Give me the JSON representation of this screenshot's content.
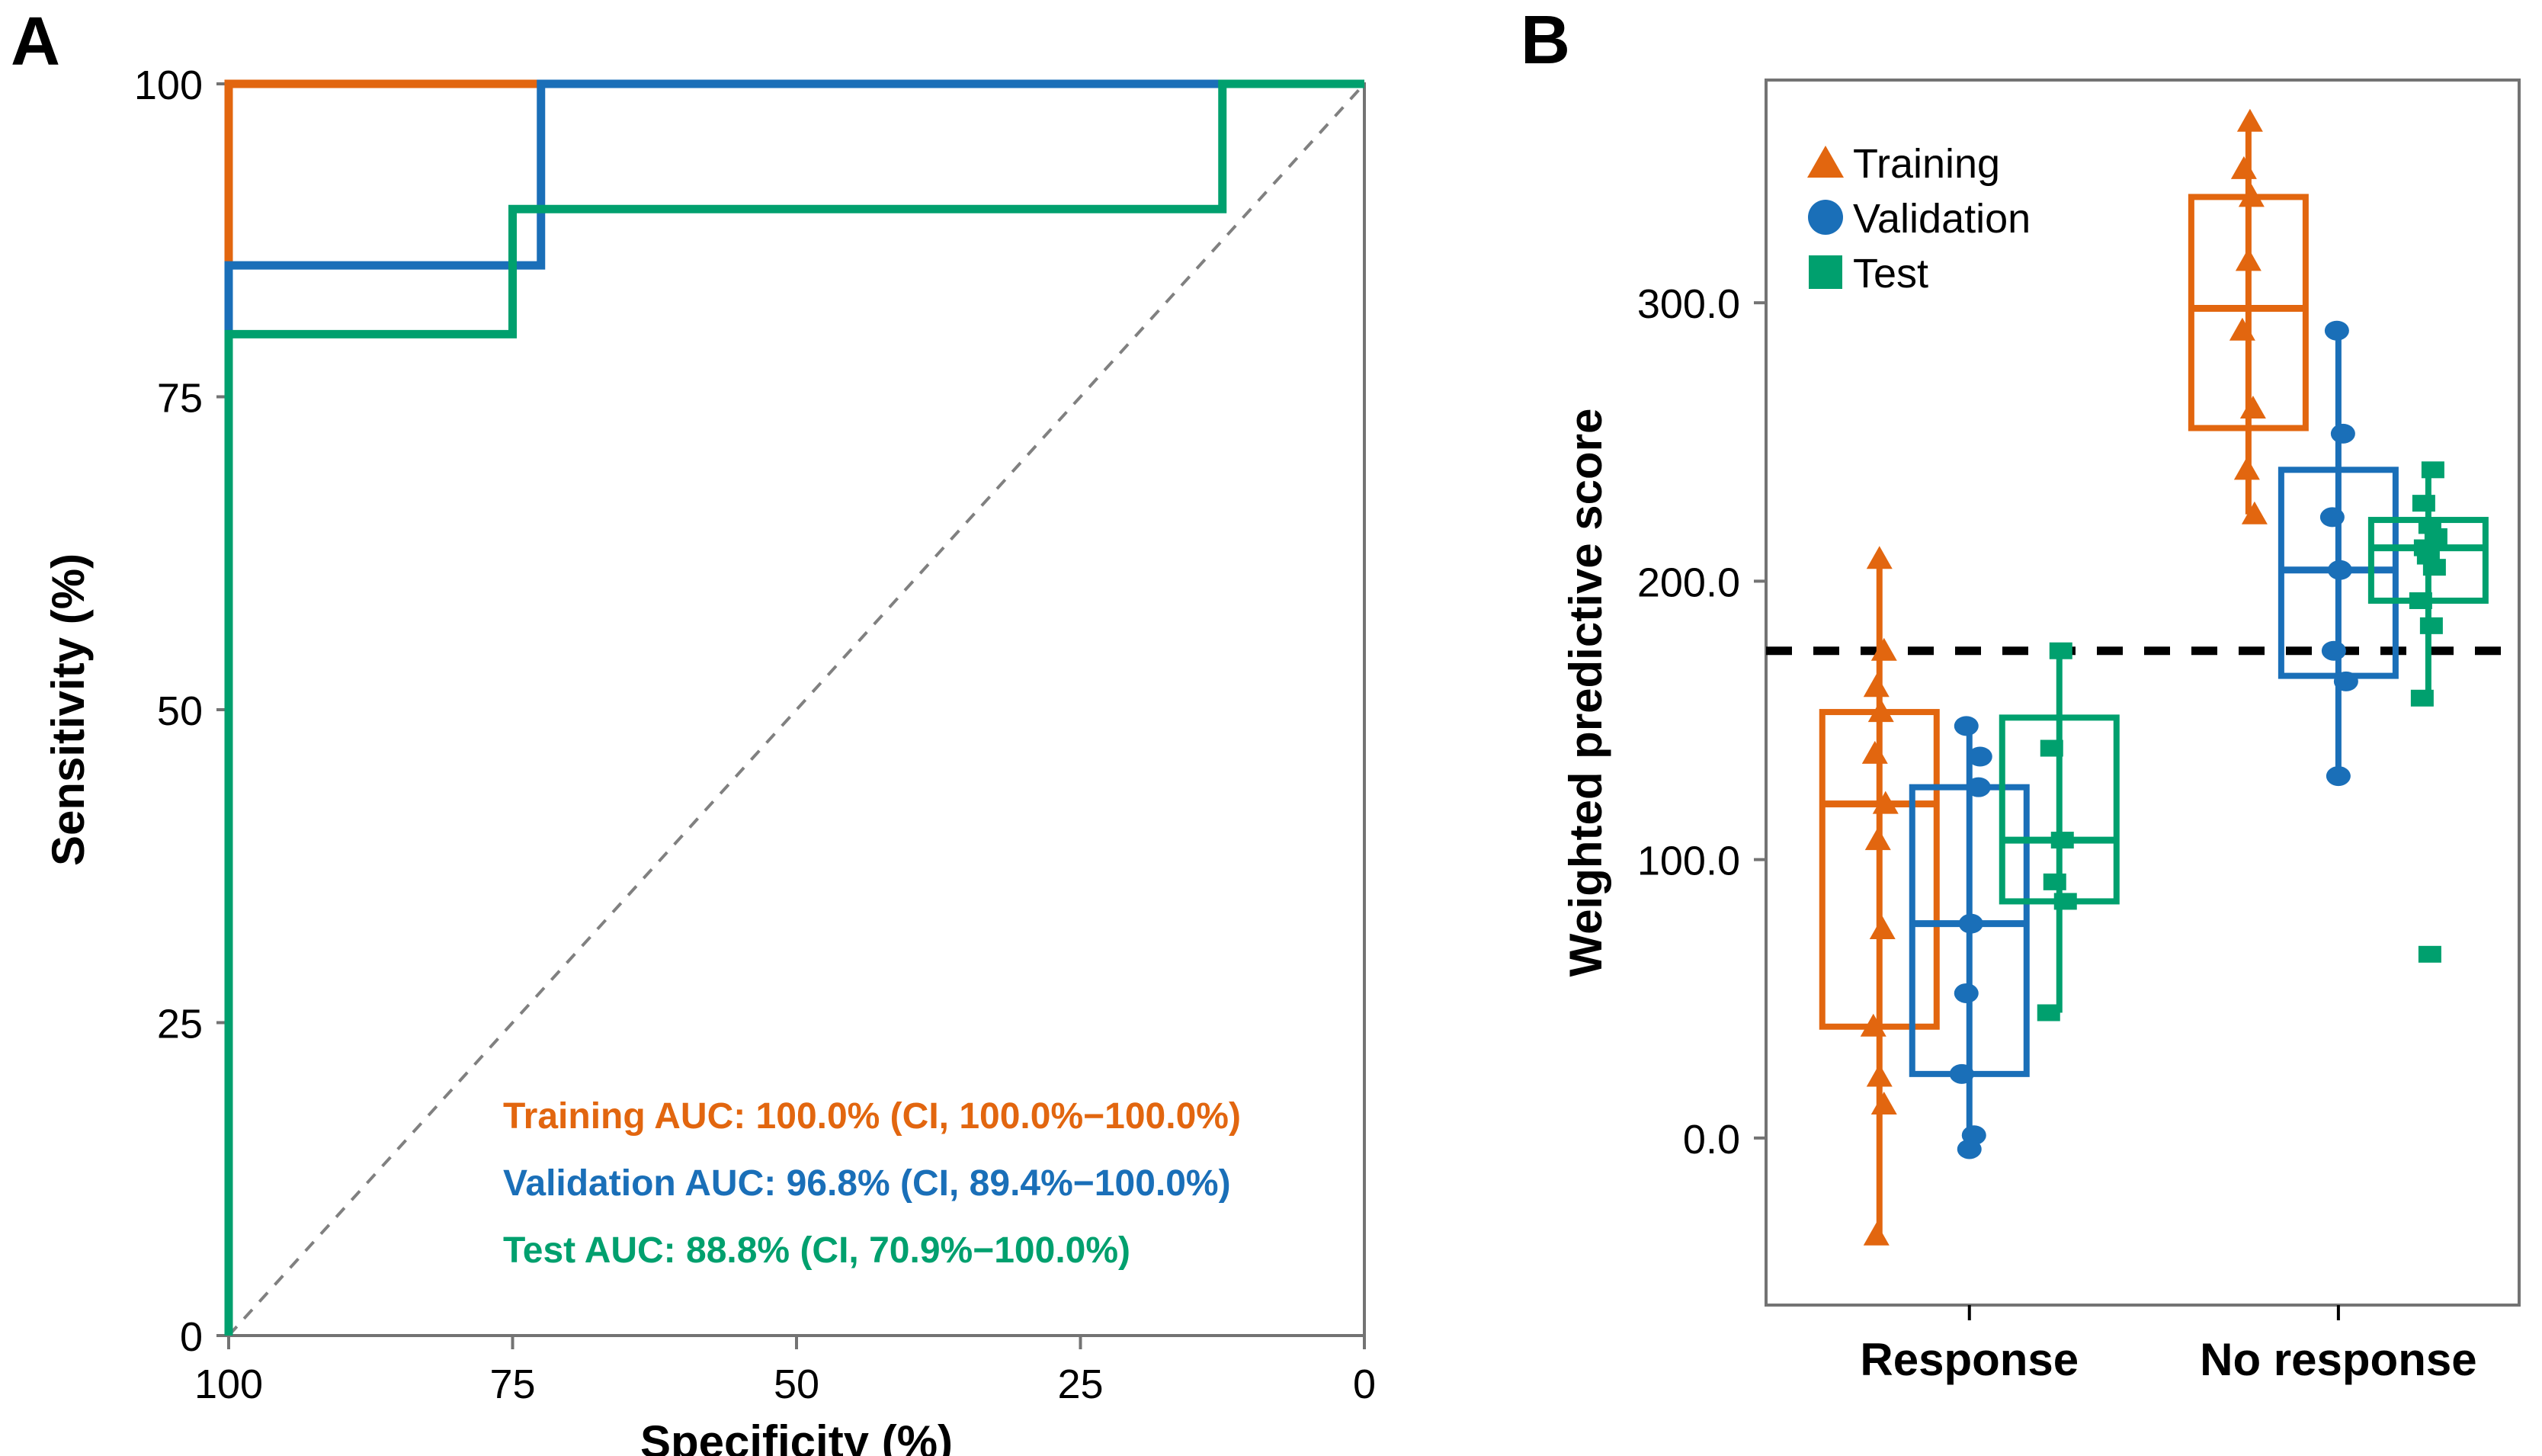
{
  "figure": {
    "panels": [
      {
        "letter": "A",
        "name": "roc-panel"
      },
      {
        "letter": "B",
        "name": "boxplot-panel"
      }
    ]
  },
  "colors": {
    "training": "#E2660F",
    "validation": "#1A6FB8",
    "test": "#00A06E",
    "diagonal": "#808080",
    "threshold": "#000000",
    "axis": "#737373"
  },
  "panelA": {
    "letter": "A",
    "xlabel": "Specificity (%)",
    "ylabel": "Sensitivity (%)",
    "xticks": [
      "100",
      "75",
      "50",
      "25",
      "0"
    ],
    "yticks": [
      "0",
      "25",
      "50",
      "75",
      "100"
    ],
    "annotations": [
      {
        "text": "Training AUC: 100.0% (CI, 100.0%−100.0%)",
        "color": "#E2660F"
      },
      {
        "text": "Validation AUC: 96.8% (CI, 89.4%−100.0%)",
        "color": "#1A6FB8"
      },
      {
        "text": "Test AUC: 88.8% (CI, 70.9%−100.0%)",
        "color": "#00A06E"
      }
    ]
  },
  "panelB": {
    "letter": "B",
    "ylabel": "Weighted predictive score",
    "yticks": [
      "0.0",
      "100.0",
      "200.0",
      "300.0"
    ],
    "xticks": [
      "Response",
      "No response"
    ],
    "legend": [
      {
        "label": "Training",
        "marker": "triangle-marker",
        "color": "#E2660F"
      },
      {
        "label": "Validation",
        "marker": "circle-marker",
        "color": "#1A6FB8"
      },
      {
        "label": "Test",
        "marker": "square-marker",
        "color": "#00A06E"
      }
    ],
    "threshold_value": 175
  },
  "chart_data": [
    {
      "type": "line",
      "name": "roc-curves",
      "title": "",
      "xlabel": "Specificity (%)",
      "ylabel": "Sensitivity (%)",
      "xlim": [
        100,
        0
      ],
      "ylim": [
        0,
        100
      ],
      "x_reversed": true,
      "grid": false,
      "legend": "none",
      "annotations": [
        "Training AUC: 100.0% (CI, 100.0%−100.0%)",
        "Validation AUC: 96.8% (CI, 89.4%−100.0%)",
        "Test AUC: 88.8% (CI, 70.9%−100.0%)"
      ],
      "reference_line": {
        "type": "diagonal",
        "from": [
          100,
          0
        ],
        "to": [
          0,
          100
        ],
        "style": "dashed",
        "color": "#808080"
      },
      "series": [
        {
          "name": "Training",
          "color": "#E2660F",
          "auc": 100.0,
          "ci": [
            100.0,
            100.0
          ],
          "points": [
            [
              100,
              0
            ],
            [
              100,
              100
            ],
            [
              0,
              100
            ]
          ]
        },
        {
          "name": "Validation",
          "color": "#1A6FB8",
          "auc": 96.8,
          "ci": [
            89.4,
            100.0
          ],
          "points": [
            [
              100,
              0
            ],
            [
              100,
              85.5
            ],
            [
              72.5,
              85.5
            ],
            [
              72.5,
              100
            ],
            [
              0,
              100
            ]
          ]
        },
        {
          "name": "Test",
          "color": "#00A06E",
          "auc": 88.8,
          "ci": [
            70.9,
            100.0
          ],
          "points": [
            [
              100,
              0
            ],
            [
              100,
              80
            ],
            [
              75,
              80
            ],
            [
              75,
              90
            ],
            [
              12.5,
              90
            ],
            [
              12.5,
              100
            ],
            [
              0,
              100
            ]
          ]
        }
      ]
    },
    {
      "type": "box",
      "name": "weighted-predictive-score",
      "title": "",
      "xlabel": "",
      "ylabel": "Weighted predictive score",
      "categories": [
        "Response",
        "No response"
      ],
      "ylim": [
        -60,
        380
      ],
      "yticks": [
        0.0,
        100.0,
        200.0,
        300.0
      ],
      "grid": false,
      "legend": "top-left",
      "threshold_line": {
        "value": 175,
        "style": "dashed",
        "color": "#000000"
      },
      "groups": [
        {
          "category": "Response",
          "boxes": [
            {
              "series": "Training",
              "color": "#E2660F",
              "min": -35,
              "q1": 40,
              "median": 120,
              "q3": 153,
              "max": 208,
              "points": [
                208,
                175,
                162,
                153,
                138,
                120,
                107,
                75,
                40,
                22,
                12,
                -35
              ]
            },
            {
              "series": "Validation",
              "color": "#1A6FB8",
              "min": -4,
              "q1": 23,
              "median": 77,
              "q3": 126,
              "max": 148,
              "points": [
                148,
                137,
                126,
                77,
                52,
                23,
                1,
                -4
              ]
            },
            {
              "series": "Test",
              "color": "#00A06E",
              "min": 45,
              "q1": 85,
              "median": 107,
              "q3": 151,
              "max": 175,
              "points": [
                175,
                140,
                107,
                92,
                85,
                45
              ]
            }
          ]
        },
        {
          "category": "No response",
          "boxes": [
            {
              "series": "Training",
              "color": "#E2660F",
              "min": 224,
              "q1": 255,
              "median": 298,
              "q3": 338,
              "max": 365,
              "points": [
                365,
                348,
                338,
                315,
                290,
                262,
                240,
                224
              ]
            },
            {
              "series": "Validation",
              "color": "#1A6FB8",
              "min": 130,
              "q1": 166,
              "median": 204,
              "q3": 240,
              "max": 290,
              "points": [
                290,
                253,
                223,
                204,
                175,
                164,
                130
              ]
            },
            {
              "series": "Test",
              "color": "#00A06E",
              "min": 158,
              "q1": 193,
              "median": 212,
              "q3": 222,
              "max": 240,
              "points": [
                240,
                228,
                220,
                216,
                212,
                209,
                205,
                193,
                184,
                158,
                66
              ]
            }
          ]
        }
      ]
    }
  ]
}
